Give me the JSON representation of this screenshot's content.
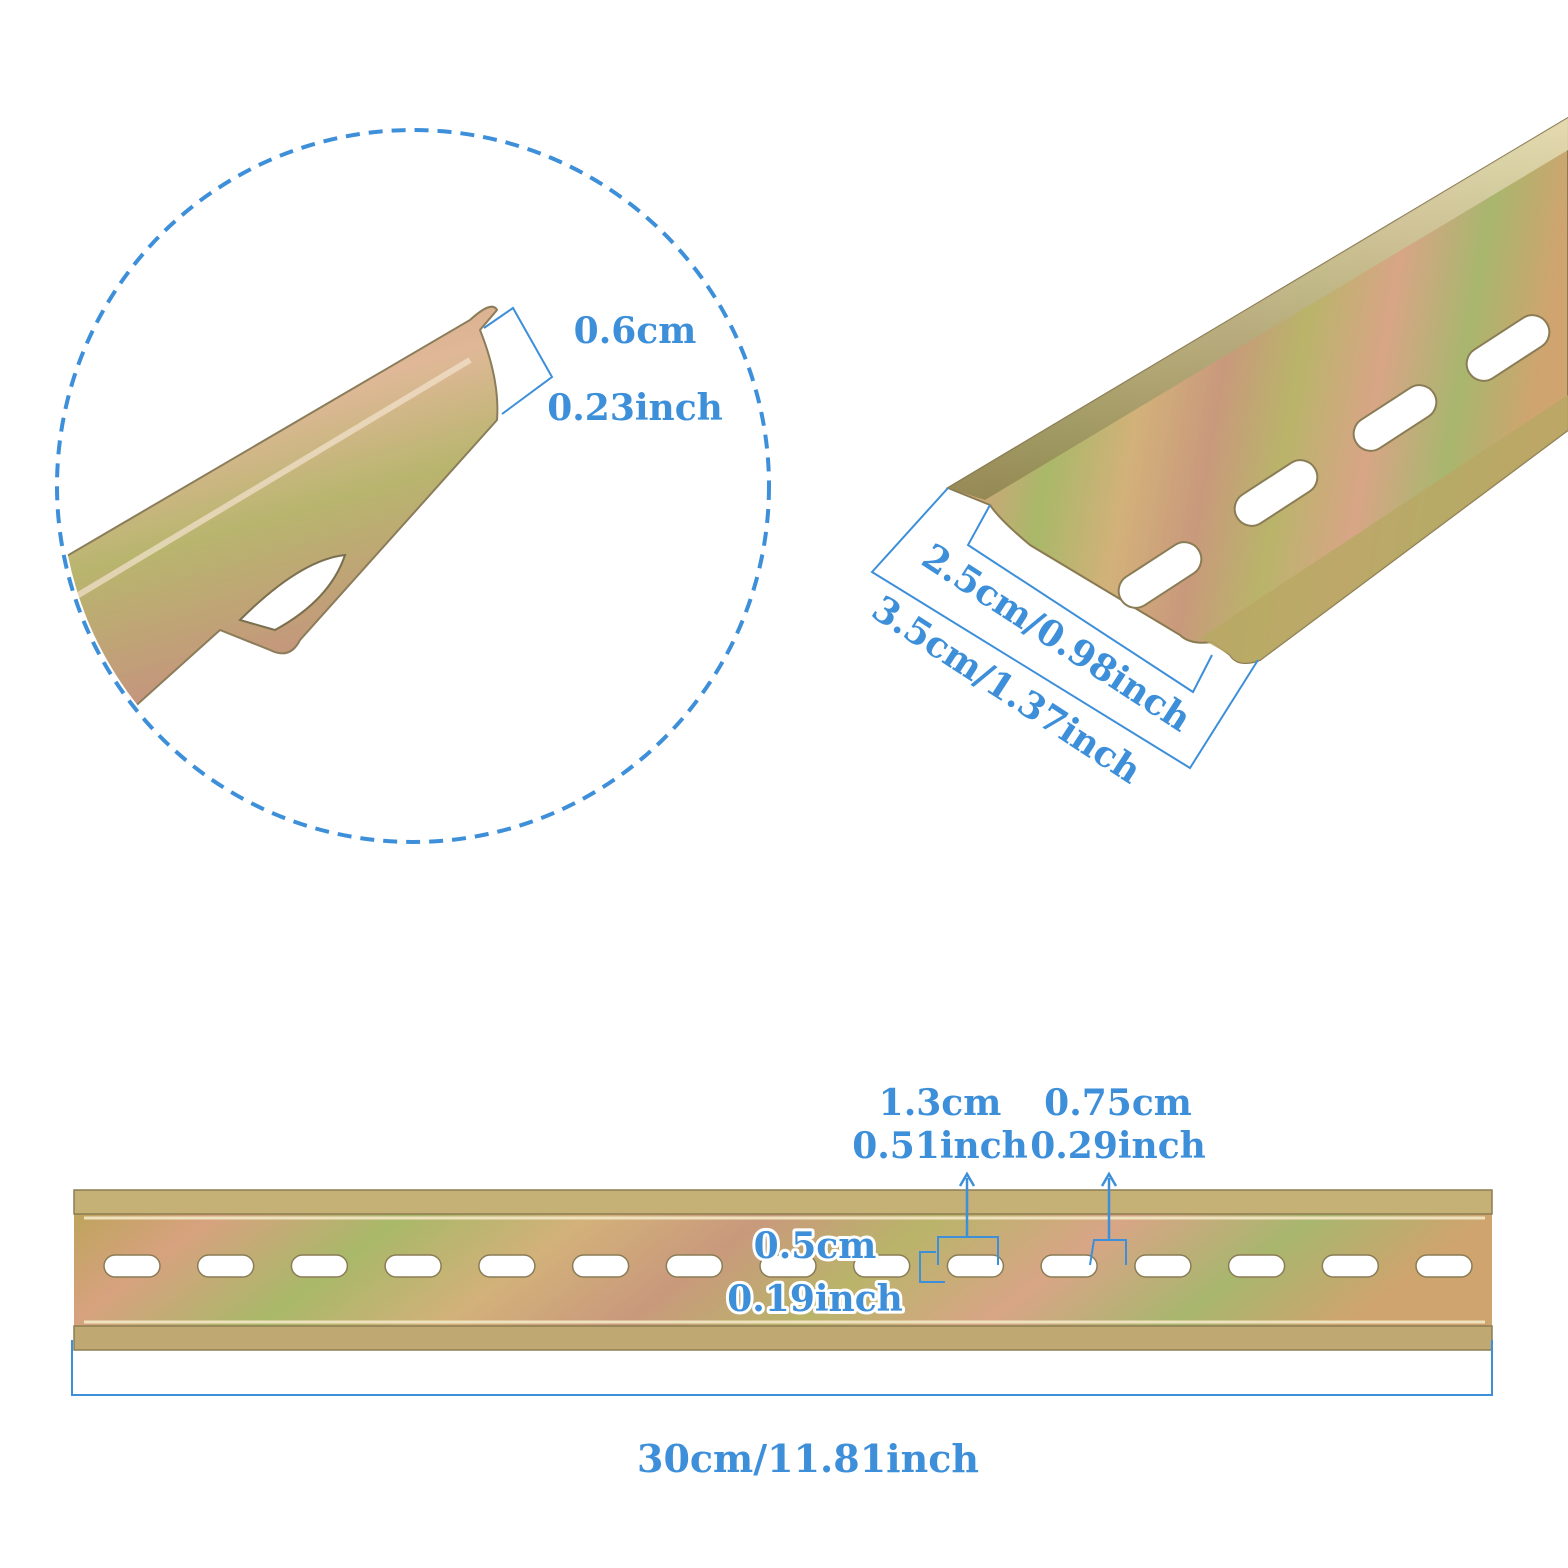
{
  "colors": {
    "accent": "#3d8fd9",
    "rail_gold": "#c9a660",
    "rail_pink": "#d99f86",
    "rail_green": "#a6b66b",
    "background": "#ffffff"
  },
  "detail_circle": {
    "lip_cm": "0.6cm",
    "lip_inch": "0.23inch"
  },
  "profile_view": {
    "inner_width": "2.5cm/0.98inch",
    "outer_width": "3.5cm/1.37inch"
  },
  "front_view": {
    "slot_length_cm": "1.3cm",
    "slot_length_inch": "0.51inch",
    "slot_gap_cm": "0.75cm",
    "slot_gap_inch": "0.29inch",
    "slot_height_cm": "0.5cm",
    "slot_height_inch": "0.19inch",
    "rail_length": "30cm/11.81inch",
    "slot_count": 15
  }
}
